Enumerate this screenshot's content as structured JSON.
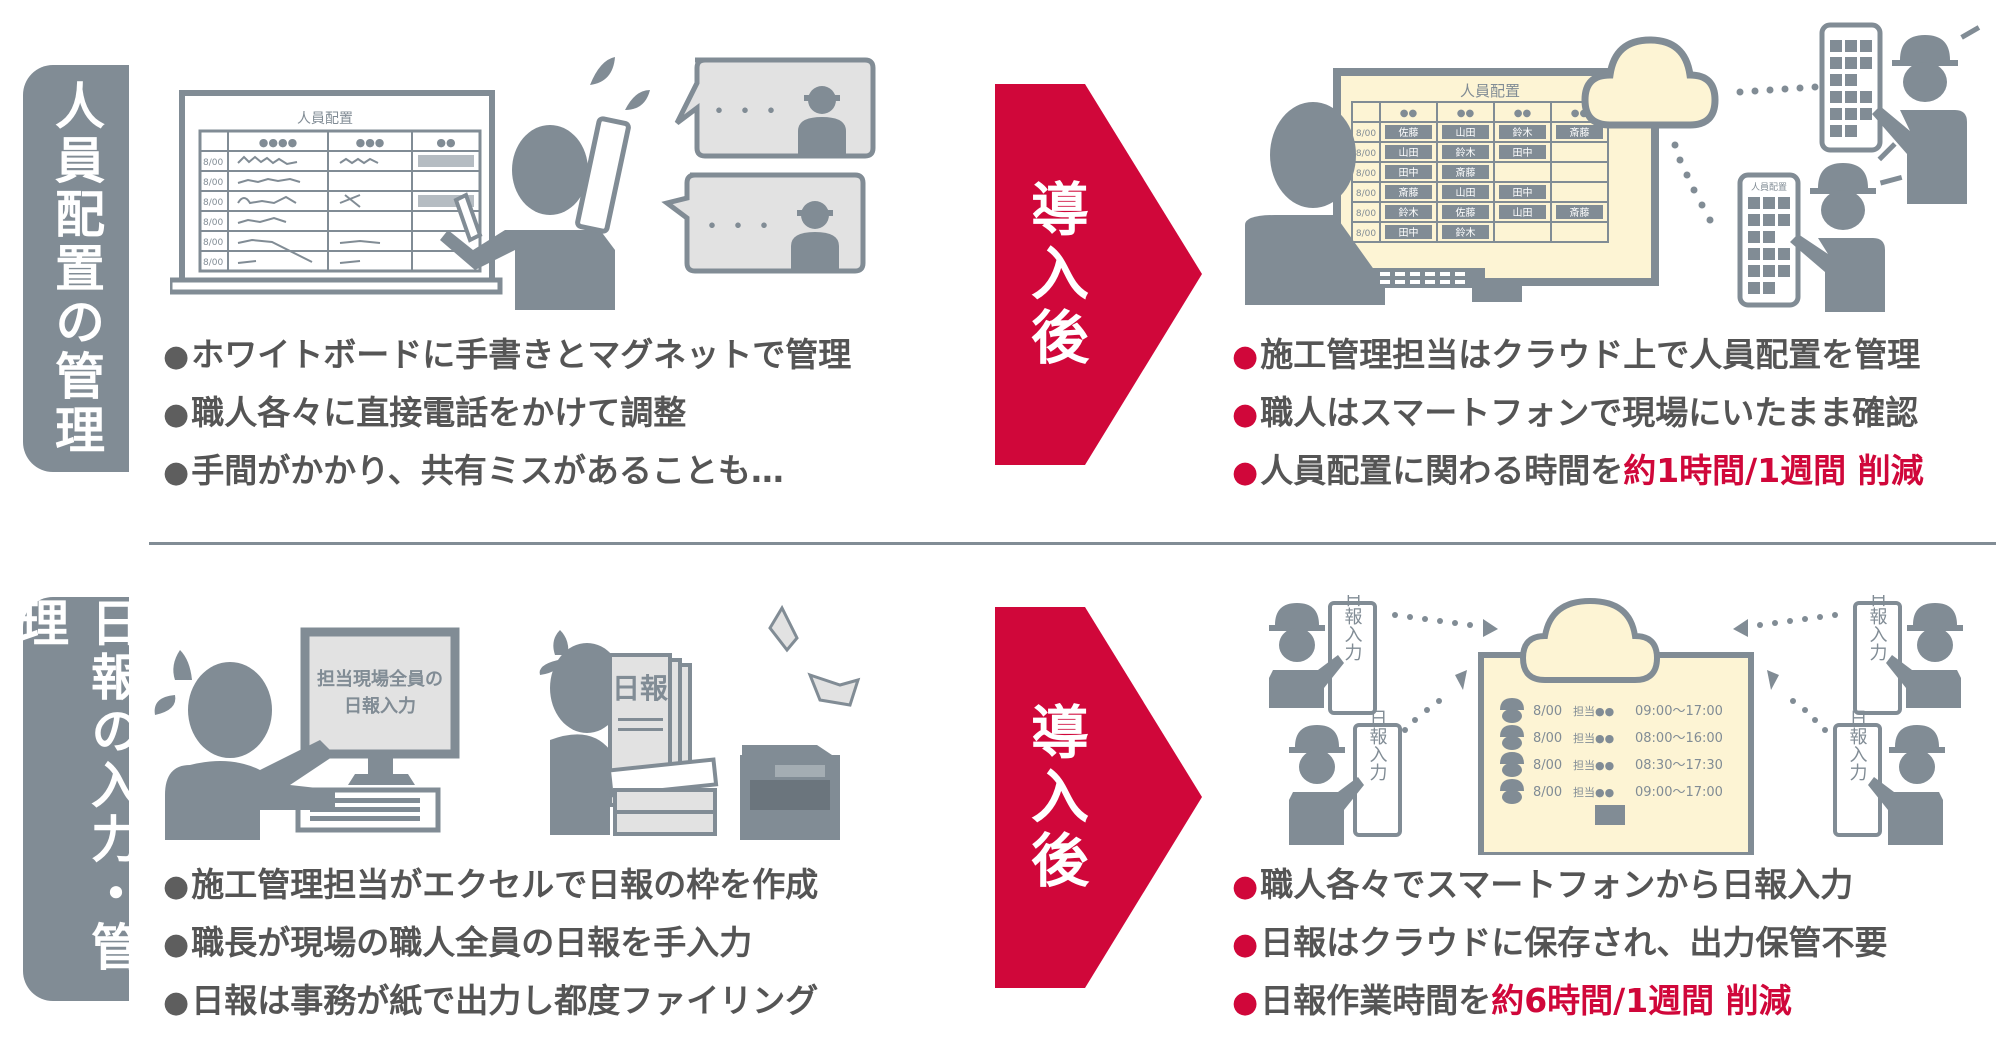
{
  "colors": {
    "gray": "#818c95",
    "accent_red": "#d0073a",
    "screen_cream": "#fdf4d4",
    "light_gray": "#e2e2e2"
  },
  "sections": [
    {
      "label": "人員配置の管理",
      "before": {
        "whiteboard_title": "人員配置",
        "whiteboard_headers": [
          "●●●●",
          "●●●",
          "●●"
        ],
        "row_time": "8/00",
        "bubble_text": "・・・",
        "bullets": [
          "ホワイトボードに手書きとマグネットで管理",
          "職人各々に直接電話をかけて調整",
          "手間がかかり、共有ミスがあることも…"
        ]
      },
      "arrow_label": "導入後",
      "after": {
        "screen_title": "人員配置",
        "screen_headers": [
          "●●",
          "●●",
          "●●",
          "●●"
        ],
        "screen_rows": [
          [
            "8/00",
            "佐藤",
            "山田",
            "鈴木",
            "斎藤"
          ],
          [
            "8/00",
            "山田",
            "鈴木",
            "田中",
            ""
          ],
          [
            "8/00",
            "田中",
            "斎藤",
            "",
            ""
          ],
          [
            "8/00",
            "斎藤",
            "山田",
            "田中",
            ""
          ],
          [
            "8/00",
            "鈴木",
            "佐藤",
            "山田",
            "斎藤"
          ],
          [
            "8/00",
            "田中",
            "鈴木",
            "",
            ""
          ]
        ],
        "phone_title": "人員配置",
        "bullets": [
          {
            "text": "施工管理担当はクラウド上で人員配置を管理"
          },
          {
            "text": "職人はスマートフォンで現場にいたまま確認"
          },
          {
            "text": "人員配置に関わる時間を",
            "highlight": "約1時間/1週間 削減"
          }
        ]
      }
    },
    {
      "label": "日報の入力・管理",
      "before": {
        "screen_text_1": "担当現場全員の",
        "screen_text_2": "日報入力",
        "paper_text": "日報",
        "bullets": [
          "施工管理担当がエクセルで日報の枠を作成",
          "職長が現場の職人全員の日報を手入力",
          "日報は事務が紙で出力し都度ファイリング"
        ]
      },
      "arrow_label": "導入後",
      "after": {
        "phone_text": "日報入力",
        "screen_rows": [
          {
            "date": "8/00",
            "person": "担当●●",
            "time": "09:00〜17:00"
          },
          {
            "date": "8/00",
            "person": "担当●●",
            "time": "08:00〜16:00"
          },
          {
            "date": "8/00",
            "person": "担当●●",
            "time": "08:30〜17:30"
          },
          {
            "date": "8/00",
            "person": "担当●●",
            "time": "09:00〜17:00"
          }
        ],
        "bullets": [
          {
            "text": "職人各々でスマートフォンから日報入力"
          },
          {
            "text": "日報はクラウドに保存され、出力保管不要"
          },
          {
            "text": "日報作業時間を",
            "highlight": "約6時間/1週間 削減"
          }
        ]
      }
    }
  ],
  "bullet_mark": "●"
}
